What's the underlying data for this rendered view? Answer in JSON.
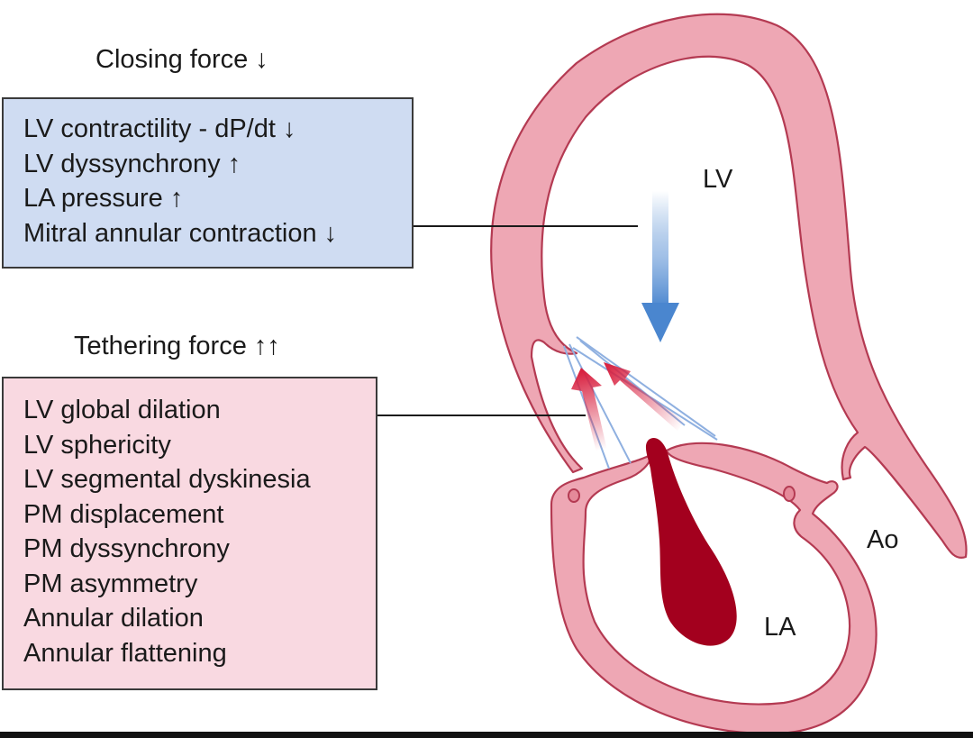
{
  "closing": {
    "heading": "Closing force ↓",
    "items": [
      "LV contractility - dP/dt ↓",
      "LV dyssynchrony ↑",
      "LA pressure ↑",
      "Mitral annular contraction ↓"
    ]
  },
  "tethering": {
    "heading": "Tethering force ↑↑",
    "items": [
      "LV global dilation",
      "LV sphericity",
      "LV segmental dyskinesia",
      "PM displacement",
      "PM dyssynchrony",
      "PM asymmetry",
      "Annular dilation",
      "Annular flattening"
    ]
  },
  "labels": {
    "lv": "LV",
    "la": "LA",
    "ao": "Ao"
  },
  "colors": {
    "closing_box": "#cfdcf2",
    "tethering_box": "#f9d9e1",
    "wall": "#eea7b4",
    "regurgitant_jet": "#a3001e",
    "closing_arrow": "#4a86cf",
    "tethering_arrow": "#d8203f"
  }
}
